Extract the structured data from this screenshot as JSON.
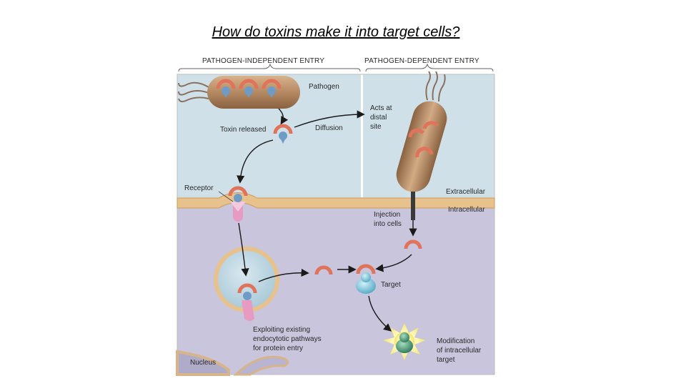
{
  "slide": {
    "title": "How do toxins make it into target cells?"
  },
  "headers": {
    "left": "PATHOGEN-INDEPENDENT ENTRY",
    "right": "PATHOGEN-DEPENDENT ENTRY"
  },
  "labels": {
    "pathogen": "Pathogen",
    "toxin_released": "Toxin released",
    "diffusion": "Diffusion",
    "acts_at_distal_site": [
      "Acts at",
      "distal",
      "site"
    ],
    "receptor": "Receptor",
    "extracellular": "Extracellular",
    "intracellular": "Intracellular",
    "injection_into_cells": [
      "Injection",
      "into cells"
    ],
    "target": "Target",
    "exploiting": [
      "Exploiting existing",
      "endocytotic pathways",
      "for protein entry"
    ],
    "modification": [
      "Modification",
      "of intracellular",
      "target"
    ],
    "nucleus": "Nucleus"
  },
  "colors": {
    "extracellular_bg": "#cfe0e8",
    "intracellular_bg": "#c8c5dc",
    "membrane": "#e7c28c",
    "bacterium": "#b58a62",
    "toxin_arc": "#e0735a",
    "toxin_blue": "#6f9cc7",
    "receptor_pink": "#e89bc2",
    "target_cyan": "#7fc7dc",
    "modified_green": "#3f8f6d"
  }
}
